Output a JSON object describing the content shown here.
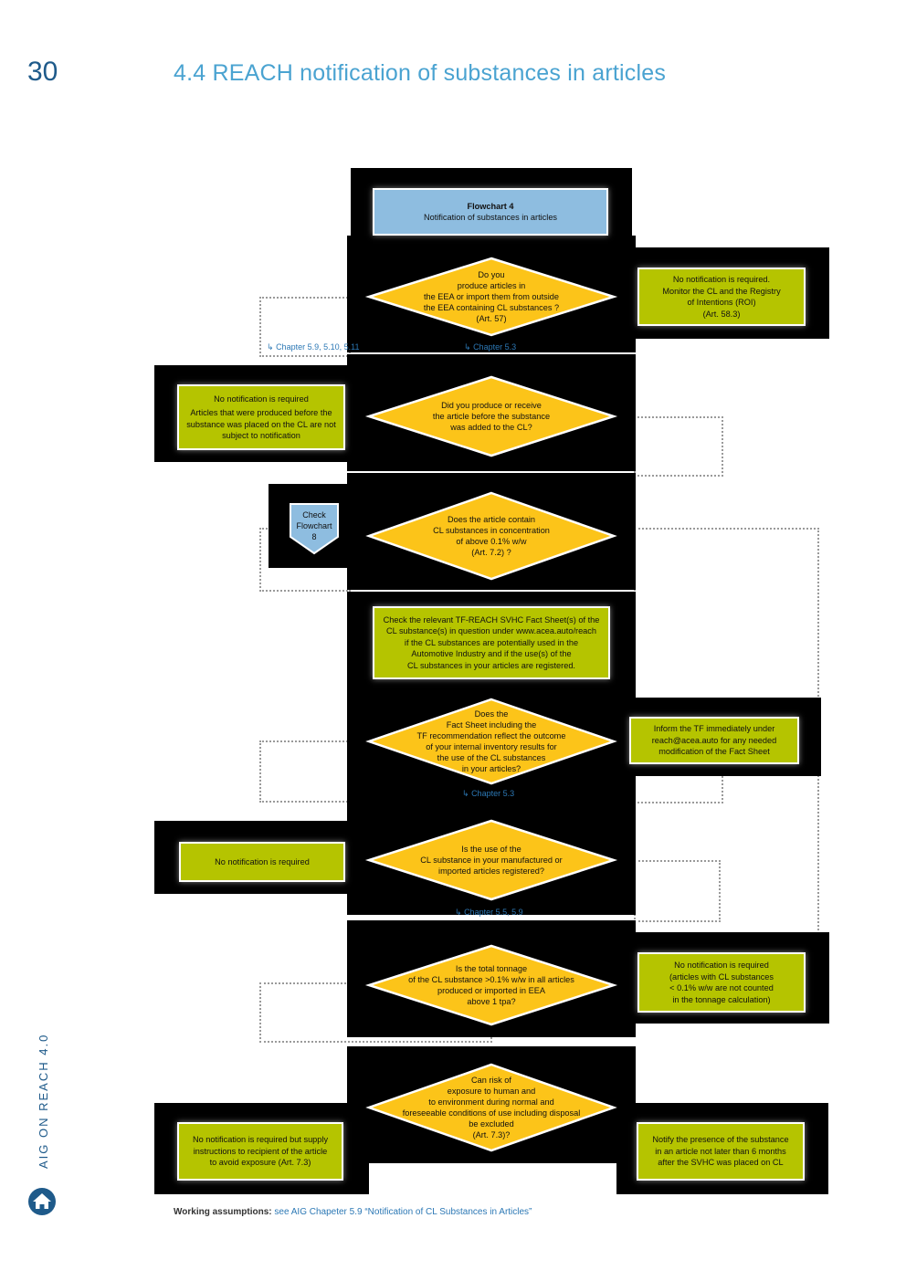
{
  "header": {
    "page_number": "30",
    "title": "4.4 REACH notification of substances in articles"
  },
  "flowchart": {
    "title_box": {
      "line1": "Flowchart 4",
      "line2": "Notification of substances in articles"
    },
    "q1": "Do you\nproduce articles in\nthe EEA or import them from outside\nthe EEA containing CL substances ?\n(Art. 57)",
    "q1_no": "No notification is required.\nMonitor the CL and the Registry\nof Intentions (ROI)\n(Art. 58.3)",
    "ref1_left": "Chapter 5.9, 5.10, 5.11",
    "ref1_center": "Chapter 5.3",
    "q2": "Did you produce or receive\nthe article before the substance\nwas added to the CL?",
    "q2_yes_title": "No notification is required",
    "q2_yes_body": "Articles that were produced before the\nsubstance was placed on the CL are not\nsubject to notification",
    "check_box": "Check\nFlowchart\n8",
    "q3": "Does the article contain\nCL substances in concentration\nof above 0.1% w/w\n(Art. 7.2) ?",
    "step_check": "Check the relevant TF-REACH SVHC Fact Sheet(s) of the\nCL substance(s) in question under www.acea.auto/reach\nif the CL substances are potentially used in the\nAutomotive Industry and if the use(s) of the\nCL substances in your articles are registered.",
    "q4": "Does the\nFact Sheet including the\nTF recommendation reflect the outcome\nof your internal inventory results for\nthe use of the CL substances\nin your articles?",
    "q4_no": "Inform the TF immediately under\nreach@acea.auto for any needed\nmodification of the Fact Sheet",
    "ref4": "Chapter 5.3",
    "q5": "Is the use of the\nCL substance in your manufactured or\nimported articles registered?",
    "q5_yes": "No notification is required",
    "ref5": "Chapter 5.5, 5.9",
    "q6": "Is the total tonnage\nof the CL substance >0.1% w/w in all articles\nproduced or imported in EEA\nabove 1 tpa?",
    "q6_no": "No notification is required\n(articles with CL substances\n< 0.1% w/w are not counted\nin the tonnage calculation)",
    "q7": "Can risk of\nexposure to human and\nto environment during normal and\nforeseeable conditions of use including disposal\nbe excluded\n(Art. 7.3)?",
    "q7_yes": "No notification is required but supply\ninstructions to recipient of the article\nto avoid exposure (Art. 7.3)",
    "q7_no": "Notify the presence of the substance\nin an article not later than 6 months\nafter the SVHC was placed on CL"
  },
  "footer": {
    "label": "Working assumptions:",
    "text": "see AIG Chapeter 5.9 “Notification of CL Substances in Articles”"
  },
  "side_label": "AIG ON REACH 4.0",
  "icons": {
    "home": "home-icon",
    "reference": "link-icon"
  },
  "colors": {
    "diamond": "#fcc419",
    "green_box": "#b5c400",
    "blue_box": "#8ebde0",
    "panel": "#000000",
    "title": "#4aa3d1"
  }
}
